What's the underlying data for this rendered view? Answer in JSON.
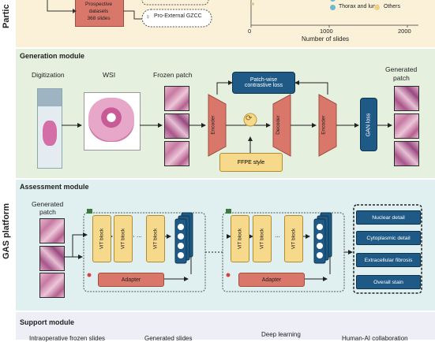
{
  "colors": {
    "participants_bg": "#fbf1d8",
    "generation_bg": "#e6f0df",
    "assessment_bg": "#e0efef",
    "support_bg": "#eeeef6",
    "navy": "#1f5a86",
    "encoder": "#d9776a",
    "vit": "#f6d98a",
    "ffpe": "#f6d98a"
  },
  "left_labels": {
    "participants": "Partic",
    "gas_platform": "GAS platform"
  },
  "participants": {
    "prospective_box_line1": "Prospective",
    "prospective_box_line2": "datasets",
    "prospective_box_line3": "368 slides",
    "pro_external": "Pro-External GZCC",
    "legend_thorax": "Thorax and lung",
    "legend_others": "Others",
    "axis_title": "Number of slides",
    "ticks": [
      "0",
      "1000",
      "2000"
    ]
  },
  "generation": {
    "title": "Generation module",
    "digitization": "Digitization",
    "wsi": "WSI",
    "frozen_patch": "Frozen patch",
    "patchwise_line1": "Patch-wise",
    "patchwise_line2": "contrastive loss",
    "encoder": "Encoder",
    "decoder": "Decoder",
    "encoder2": "Encoder",
    "gan_loss": "GAN loss",
    "ffpe_style": "FFPE style",
    "generated_patch_line1": "Generated",
    "generated_patch_line2": "patch"
  },
  "assessment": {
    "title": "Assessment module",
    "generated_patch_line1": "Generated",
    "generated_patch_line2": "patch",
    "vit_block": "ViT block",
    "ellipsis": "...",
    "adapter": "Adapter",
    "outputs": [
      "Nuclear detail",
      "Cytoplasmic detail",
      "Extracellular fibrosis",
      "Overall stain"
    ]
  },
  "support": {
    "title": "Support module",
    "items": [
      "Intraoperative frozen slides",
      "Generated slides",
      "Deep learning",
      "Human-AI collaboration"
    ]
  }
}
